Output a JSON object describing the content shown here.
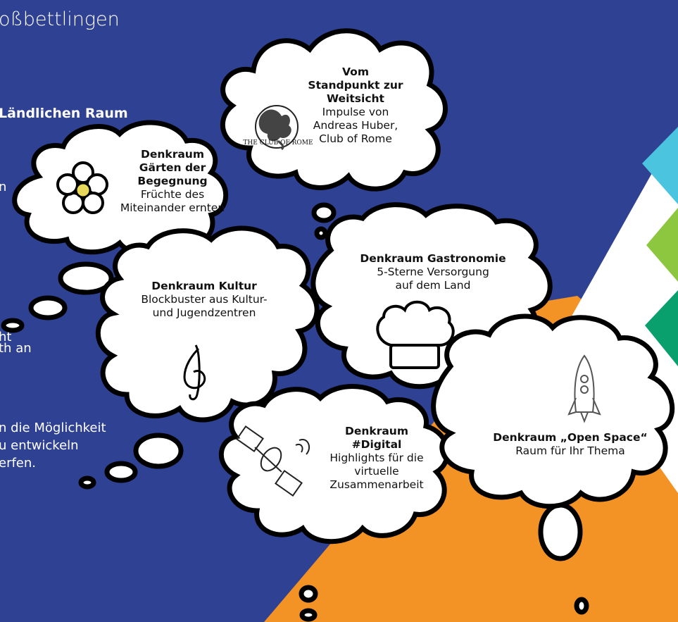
{
  "header": {
    "title": "oßbettlingen",
    "subtitle": "Ländlichen Raum"
  },
  "background_text": {
    "line1": "n",
    "line2": "ht",
    "line3": "th an",
    "line4": "n die Möglichkeit",
    "line5": "u entwickeln",
    "line6": "erfen."
  },
  "clouds": {
    "club_of_rome": {
      "title_l1": "Vom",
      "title_l2": "Standpunkt zur",
      "title_l3": "Weitsicht",
      "text_l1": "Impulse von",
      "text_l2": "Andreas Huber,",
      "text_l3": "Club of Rome",
      "logo_text": "THE CLUB OF ROME"
    },
    "gaerten": {
      "title_l1": "Denkraum",
      "title_l2": "Gärten der",
      "title_l3": "Begegnung",
      "text_l1": "Früchte des",
      "text_l2": "Miteinander ernten"
    },
    "kultur": {
      "title": "Denkraum Kultur",
      "text_l1": "Blockbuster aus Kultur-",
      "text_l2": "und Jugendzentren"
    },
    "gastronomie": {
      "title": "Denkraum Gastronomie",
      "text_l1": "5-Sterne Versorgung",
      "text_l2": "auf dem Land"
    },
    "digital": {
      "title_l1": "Denkraum",
      "title_l2": "#Digital",
      "text_l1": "Highlights für die",
      "text_l2": "virtuelle",
      "text_l3": "Zusammenarbeit"
    },
    "open_space": {
      "title": "Denkraum „Open Space“",
      "text": "Raum für Ihr Thema"
    }
  },
  "colors": {
    "background": "#2f4192",
    "orange": "#f39325",
    "cyan": "#4bc4e0",
    "green": "#8dc63f",
    "teal": "#0aa06e"
  },
  "icons": [
    "flower-icon",
    "globe-icon",
    "treble-clef-icon",
    "chef-hat-icon",
    "satellite-icon",
    "rocket-icon"
  ]
}
